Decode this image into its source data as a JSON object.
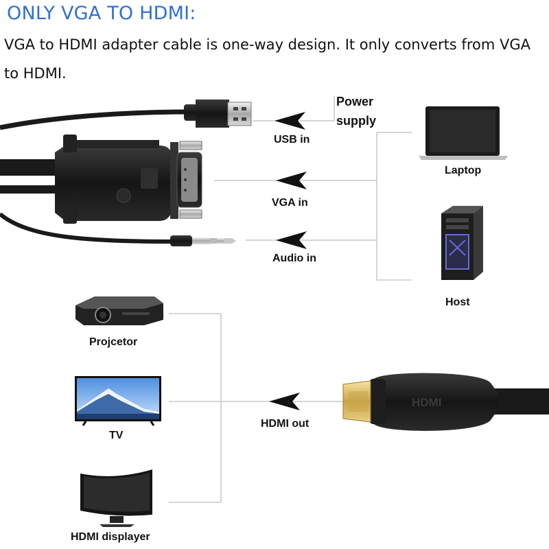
{
  "header": {
    "title": "ONLY VGA TO HDMI:",
    "description": "VGA to HDMI adapter cable is one-way design. It only converts from VGA to HDMI."
  },
  "inputs": {
    "power_label_line1": "Power",
    "power_label_line2": "supply",
    "usb_label": "USB in",
    "vga_label": "VGA in",
    "audio_label": "Audio in"
  },
  "sources": {
    "laptop_label": "Laptop",
    "host_label": "Host"
  },
  "outputs": {
    "hdmi_label": "HDMI out",
    "projector_label": "Projcetor",
    "tv_label": "TV",
    "display_label": "HDMI displayer",
    "hdmi_plug_text": "HDMI"
  },
  "colors": {
    "title": "#2f6fd8",
    "cable": "#1a1a1a",
    "line": "#bdbdbd",
    "arrow": "#111111"
  }
}
